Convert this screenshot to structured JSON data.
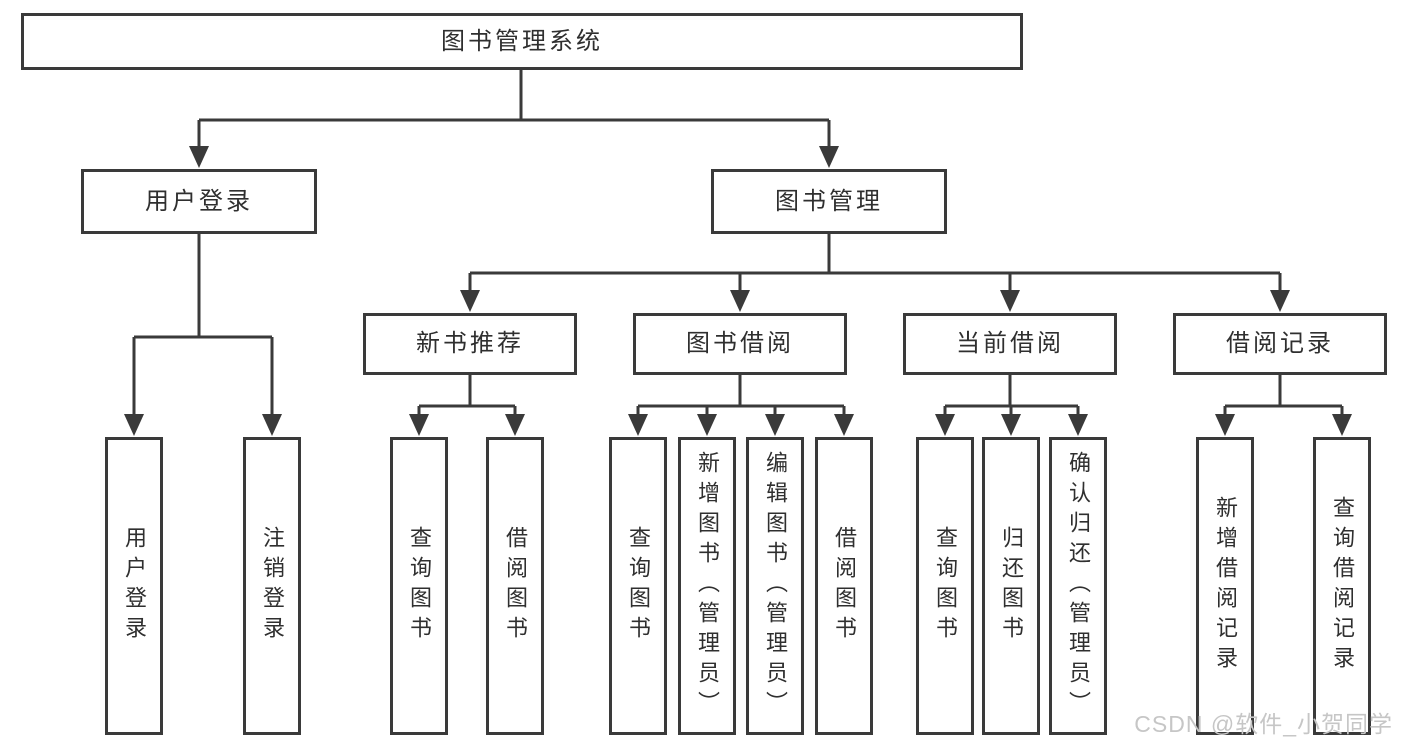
{
  "diagram": {
    "root": {
      "label": "图书管理系统"
    },
    "level2": [
      {
        "label": "用户登录"
      },
      {
        "label": "图书管理"
      }
    ],
    "level3": [
      {
        "label": "新书推荐"
      },
      {
        "label": "图书借阅"
      },
      {
        "label": "当前借阅"
      },
      {
        "label": "借阅记录"
      }
    ],
    "leaves": {
      "user_login": [
        "用户登录",
        "注销登录"
      ],
      "new_book_recommend": [
        "查询图书",
        "借阅图书"
      ],
      "book_borrow": [
        "查询图书",
        "新增图书（管理员）",
        "编辑图书（管理员）",
        "借阅图书"
      ],
      "current_borrow": [
        "查询图书",
        "归还图书",
        "确认归还（管理员）"
      ],
      "borrow_record": [
        "新增借阅记录",
        "查询借阅记录"
      ]
    }
  },
  "watermark": {
    "text": "CSDN @软件_小贺同学"
  },
  "colors": {
    "line": "#3a3a3a",
    "text": "#2f2f2f",
    "background": "#ffffff",
    "watermark": "#c6c6c6"
  }
}
